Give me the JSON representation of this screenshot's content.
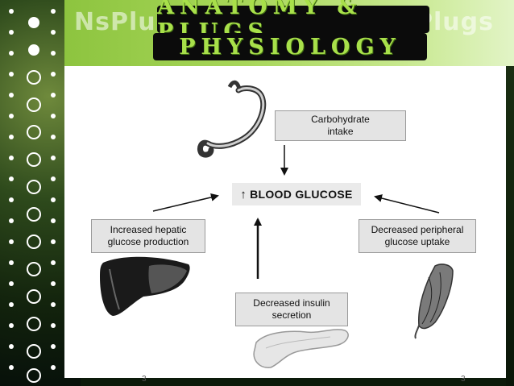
{
  "header": {
    "title_line1": "ANATOMY & PLUGS",
    "title_line2": "PHYSIOLOGY",
    "ghost_left": "NsPlugs",
    "ghost_right": "Plugs",
    "colors": {
      "header_green": "#8dc43f",
      "title_text": "#a8e04a",
      "title_bg": "#0b0b0b"
    }
  },
  "diagram": {
    "center": {
      "arrow_glyph": "↑",
      "label": "BLOOD GLUCOSE"
    },
    "boxes": {
      "carbohydrate": {
        "line1": "Carbohydrate",
        "line2": "intake"
      },
      "hepatic": {
        "line1": "Increased hepatic",
        "line2": "glucose production"
      },
      "peripheral": {
        "line1": "Decreased peripheral",
        "line2": "glucose uptake"
      },
      "insulin": {
        "line1": "Decreased insulin",
        "line2": "secretion"
      }
    },
    "images": [
      "stomach-illustration",
      "liver-illustration",
      "pancreas-illustration",
      "muscle-illustration"
    ]
  },
  "footer": {
    "page_left": "3",
    "page_right": "3"
  }
}
